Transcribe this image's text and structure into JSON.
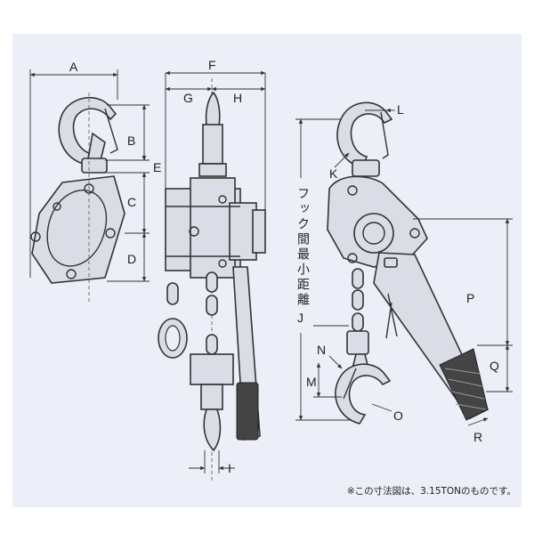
{
  "labels": {
    "A": "A",
    "B": "B",
    "C": "C",
    "D": "D",
    "E": "E",
    "F": "F",
    "G": "G",
    "H": "H",
    "I": "I",
    "J": "J",
    "K": "K",
    "L": "L",
    "M": "M",
    "N": "N",
    "O": "O",
    "P": "P",
    "Q": "Q",
    "R": "R"
  },
  "vertical_caption": "フック間最小距離",
  "footnote": "※この寸法図は、3.15TONのものです。",
  "colors": {
    "background": "#eceef8",
    "ink": "#333333"
  }
}
